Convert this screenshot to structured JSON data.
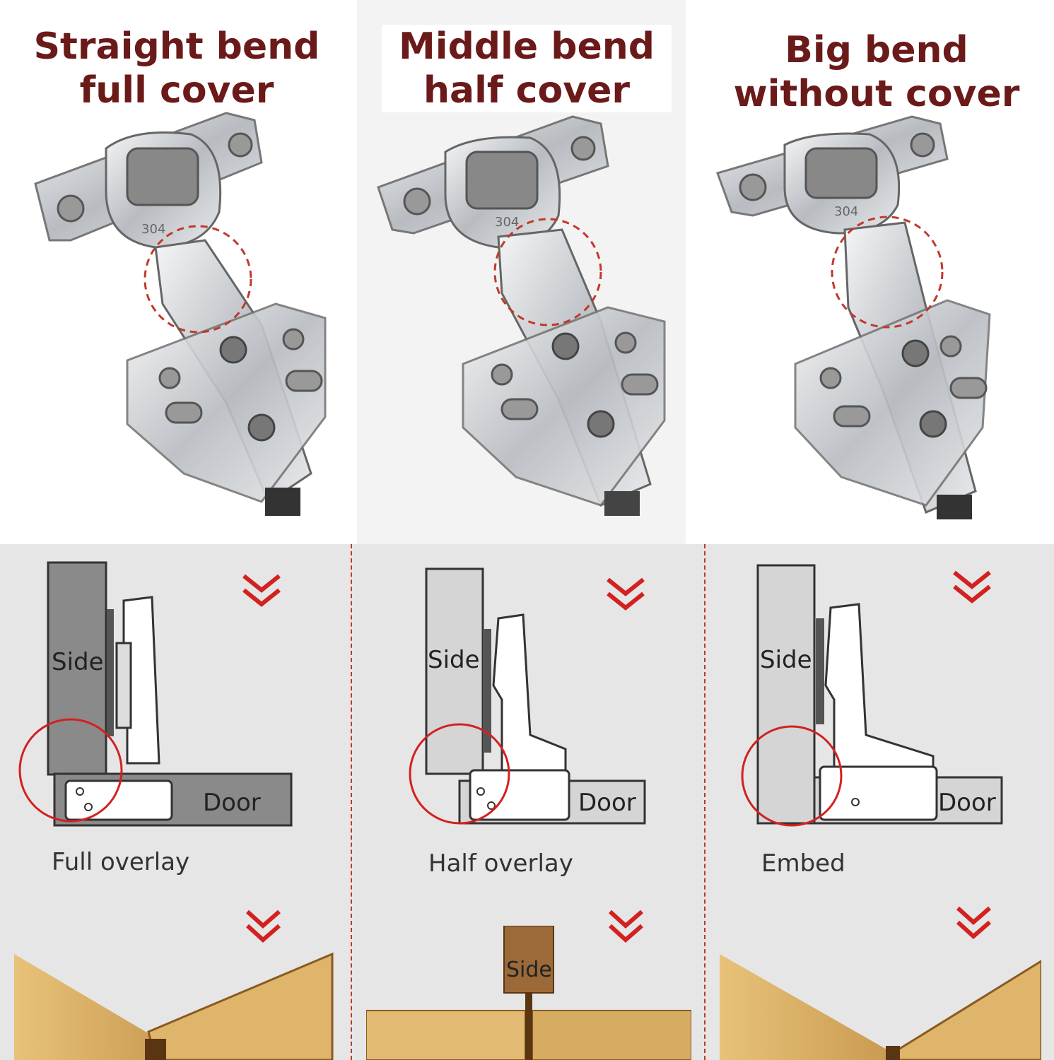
{
  "columns": [
    {
      "title_line1": "Straight bend",
      "title_line2": "full cover",
      "side_label": "Side",
      "door_label": "Door",
      "overlay_label": "Full overlay"
    },
    {
      "title_line1": "Middle bend",
      "title_line2": "half cover",
      "side_label": "Side",
      "door_label": "Door",
      "overlay_label": "Half overlay",
      "wood_side_label": "Side"
    },
    {
      "title_line1": "Big bend",
      "title_line2": "without cover",
      "side_label": "Side",
      "door_label": "Door",
      "overlay_label": "Embed"
    }
  ],
  "colors": {
    "title": "#6b1a1a",
    "accent_red": "#c0392b",
    "side_panel": "#8a8a8a",
    "wood": "#d9b06a",
    "metal": "#c9ccd0"
  },
  "stamp": {
    "text_1": "304"
  }
}
